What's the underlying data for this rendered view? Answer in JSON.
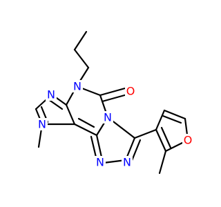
{
  "colors": {
    "nitrogen": "#0000ff",
    "oxygen": "#ff0000",
    "bond": "#000000",
    "background": "#ffffff"
  },
  "atom_labels": {
    "n_imidazole_top": "N",
    "n_propyl": "N",
    "o_carbonyl": "O",
    "n_methyl": "N",
    "n_triazole_bridge": "N",
    "n_triazole_left": "N",
    "n_triazole_right": "N",
    "o_furan": "O"
  }
}
